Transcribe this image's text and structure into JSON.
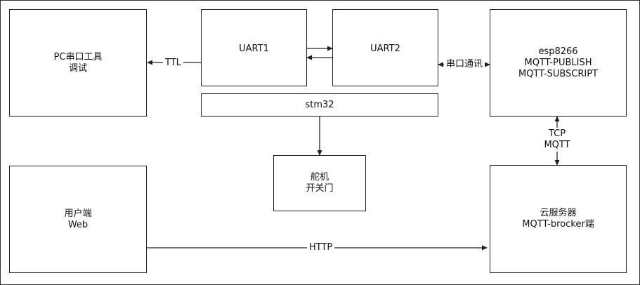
{
  "boxes": {
    "pc_tool": [
      "PC串口工具",
      "调试"
    ],
    "uart1": [
      "UART1"
    ],
    "uart2": [
      "UART2"
    ],
    "esp8266": [
      "esp8266",
      "MQTT-PUBLISH",
      "MQTT-SUBSCRIPT"
    ],
    "stm32": [
      "stm32"
    ],
    "servo": [
      "舵机",
      "开关门"
    ],
    "user": [
      "用户端",
      "Web"
    ],
    "cloud": [
      "云服务器",
      "MQTT-brocker端"
    ]
  },
  "edges": {
    "ttl": [
      "TTL"
    ],
    "serial": [
      "串口通讯"
    ],
    "tcp": [
      "TCP",
      "MQTT"
    ],
    "http": [
      "HTTP"
    ]
  }
}
